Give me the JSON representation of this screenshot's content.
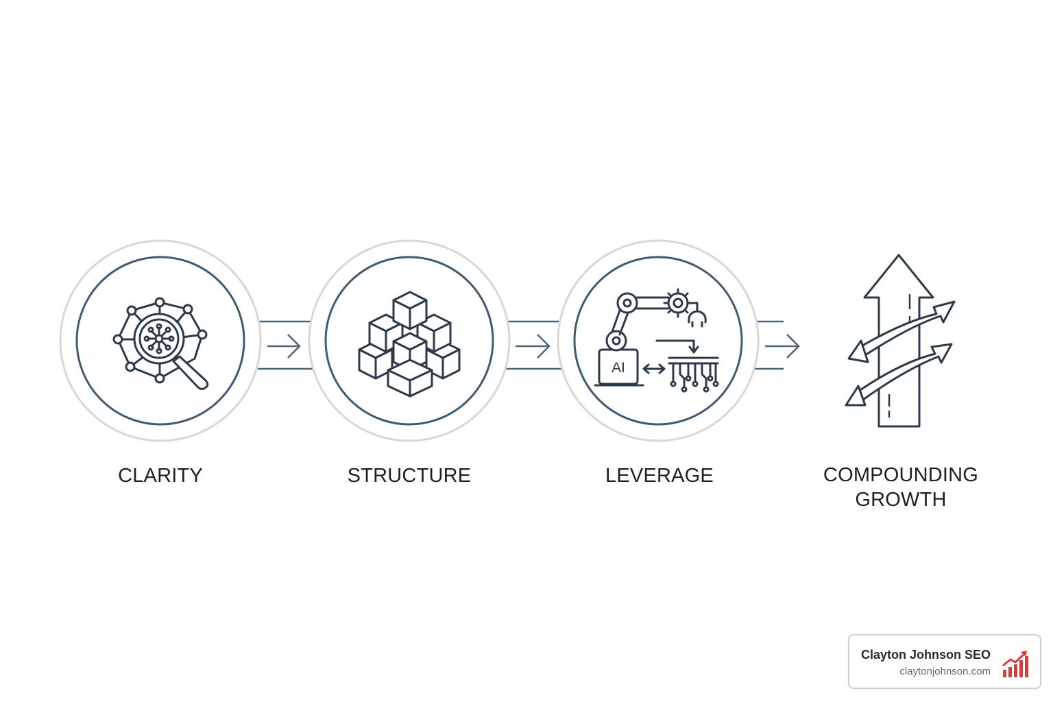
{
  "steps": [
    {
      "label": "CLARITY",
      "icon": "magnifier-network-icon"
    },
    {
      "label": "STRUCTURE",
      "icon": "stacked-cubes-icon"
    },
    {
      "label": "LEVERAGE",
      "icon": "robot-arm-ai-icon",
      "badge_text": "AI"
    },
    {
      "label_lines": [
        "COMPOUNDING",
        "GROWTH"
      ],
      "icon": "upward-arrow-spiral-icon"
    }
  ],
  "brand": {
    "name": "Clayton Johnson SEO",
    "url": "claytonjohnson.com",
    "logo": "rising-bar-chart-icon",
    "logo_color": "#e53935"
  },
  "colors": {
    "ring": "#3f5a72",
    "outer_ring": "#d7d7d7",
    "icon_stroke": "#2b3a48",
    "connector": "#4a6478"
  }
}
